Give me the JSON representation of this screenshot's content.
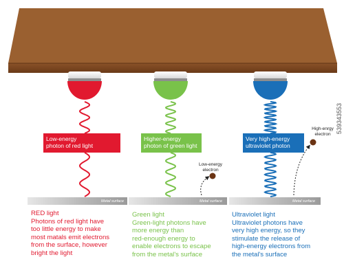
{
  "lights": [
    {
      "color": "#e1192f",
      "photon_label": [
        "Low-energy",
        "photon of red light"
      ],
      "surface_label": "Metal surface",
      "caption": [
        "RED light",
        "Photons of red light have",
        "too little energy to make",
        "most matals emit electrons",
        "from the surface, however",
        "bright the light"
      ]
    },
    {
      "color": "#79c24a",
      "photon_label": [
        "Higher-energy",
        "photon of green light"
      ],
      "surface_label": "Metal surface",
      "electron_label": [
        "Low-energy",
        "electron"
      ],
      "caption": [
        "Green light",
        "Green-light photons have",
        "more energy than",
        "red-enough energy to",
        "enable electrons to escape",
        "from the metal's surface"
      ]
    },
    {
      "color": "#1a6fb8",
      "photon_label": [
        "Very high-energy",
        "ultraviolet photon"
      ],
      "surface_label": "Metal surface",
      "electron_label": [
        "High-enrgy",
        "electron"
      ],
      "caption": [
        "Ultraviolet light",
        "Ultraviolet photons have",
        "very high energy, so they",
        "stimulate the release of",
        "high-energy electrons from",
        "the metal's surface"
      ]
    }
  ],
  "colors": {
    "board": "#7a4420",
    "electron": "#6b3414",
    "surface": "#bdbdbd"
  },
  "watermark": "539343553"
}
